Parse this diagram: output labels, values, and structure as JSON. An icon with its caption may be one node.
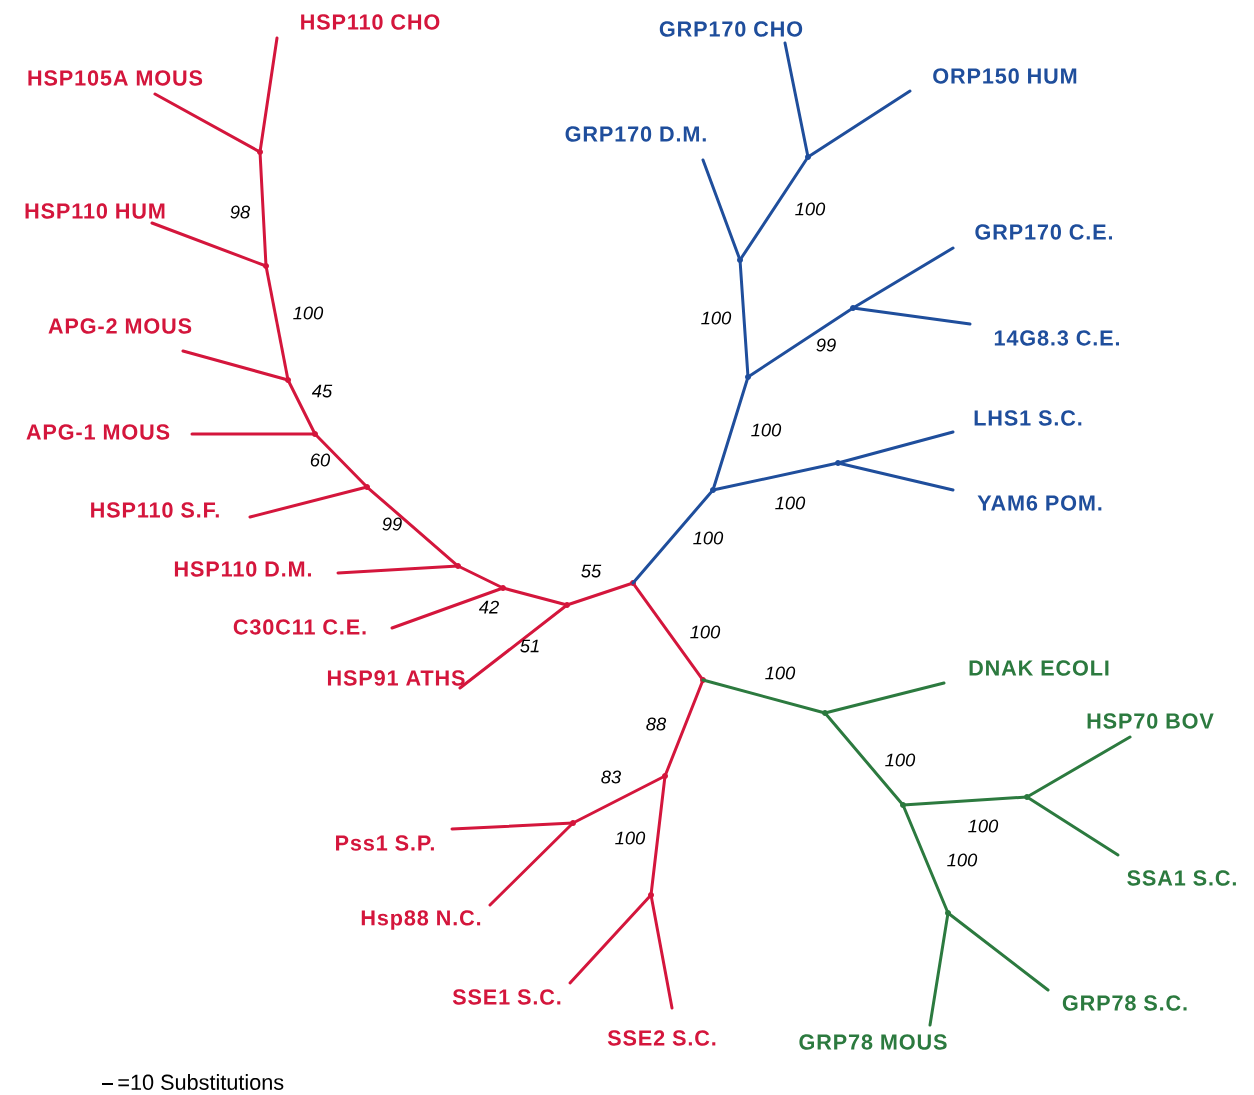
{
  "diagram": {
    "nodes": [
      {
        "text": [
          "HSP110 CHO"
        ]
      },
      {
        "text": [
          "HSP105A MOUS"
        ]
      },
      {
        "text": [
          "HSP110 HUM"
        ]
      },
      {
        "text": [
          "APG-2 MOUS"
        ]
      },
      {
        "text": [
          "APG-1 MOUS"
        ]
      },
      {
        "text": [
          "HSP110 S.F."
        ]
      },
      {
        "text": [
          "HSP110 D.M."
        ]
      },
      {
        "text": [
          "C30C11 C.E."
        ]
      },
      {
        "text": [
          "HSP91 ATHS"
        ]
      },
      {
        "text": [
          "Pss1 S.P."
        ]
      },
      {
        "text": [
          "Hsp88 N.C."
        ]
      },
      {
        "text": [
          "SSE1 S.C."
        ]
      },
      {
        "text": [
          "SSE2 S.C."
        ]
      },
      {
        "text": [
          "GRP78 MOUS"
        ]
      },
      {
        "text": [
          "GRP78 S.C."
        ]
      },
      {
        "text": [
          "SSA1 S.C."
        ]
      },
      {
        "text": [
          "HSP70 BOV"
        ]
      },
      {
        "text": [
          "DNAK ECOLI"
        ]
      },
      {
        "text": [
          "YAM6 POM."
        ]
      },
      {
        "text": [
          "LHS1 S.C."
        ]
      },
      {
        "text": [
          "14G8.3 C.E."
        ]
      },
      {
        "text": [
          "GRP170 C.E."
        ]
      },
      {
        "text": [
          "ORP150 HUM"
        ]
      },
      {
        "text": [
          "GRP170 D.M."
        ]
      },
      {
        "text": [
          "GRP170 CHO"
        ]
      },
      {
        "text": [],
        "shape": "point"
      },
      {
        "text": [],
        "shape": "point"
      },
      {
        "text": [],
        "shape": "point"
      },
      {
        "text": [],
        "shape": "point"
      },
      {
        "text": [],
        "shape": "point"
      },
      {
        "text": [],
        "shape": "point"
      },
      {
        "text": [],
        "shape": "point"
      },
      {
        "text": [],
        "shape": "point"
      },
      {
        "text": [],
        "shape": "point"
      },
      {
        "text": [],
        "shape": "point"
      },
      {
        "text": [],
        "shape": "point"
      },
      {
        "text": [],
        "shape": "point"
      },
      {
        "text": [],
        "shape": "point"
      },
      {
        "text": [],
        "shape": "point"
      },
      {
        "text": [],
        "shape": "point"
      },
      {
        "text": [],
        "shape": "point"
      },
      {
        "text": [],
        "shape": "point"
      },
      {
        "text": [],
        "shape": "point"
      },
      {
        "text": [],
        "shape": "point"
      },
      {
        "text": [],
        "shape": "point"
      },
      {
        "text": [],
        "shape": "point"
      },
      {
        "text": [],
        "shape": "point"
      },
      {
        "text": [],
        "shape": "point"
      }
    ],
    "edges": [
      {
        "from": 25,
        "to": 26,
        "arrow": "none",
        "label": "55"
      },
      {
        "from": 26,
        "to": 8,
        "arrow": "none",
        "label": "51"
      },
      {
        "from": 26,
        "to": 27,
        "arrow": "none"
      },
      {
        "from": 27,
        "to": 7,
        "arrow": "none",
        "label": "42"
      },
      {
        "from": 27,
        "to": 28,
        "arrow": "none"
      },
      {
        "from": 28,
        "to": 6,
        "arrow": "none"
      },
      {
        "from": 28,
        "to": 29,
        "arrow": "none",
        "label": "99"
      },
      {
        "from": 29,
        "to": 5,
        "arrow": "none"
      },
      {
        "from": 29,
        "to": 30,
        "arrow": "none",
        "label": "60"
      },
      {
        "from": 30,
        "to": 4,
        "arrow": "none"
      },
      {
        "from": 30,
        "to": 31,
        "arrow": "none",
        "label": "45"
      },
      {
        "from": 31,
        "to": 3,
        "arrow": "none"
      },
      {
        "from": 31,
        "to": 32,
        "arrow": "none",
        "label": "100"
      },
      {
        "from": 32,
        "to": 2,
        "arrow": "none"
      },
      {
        "from": 32,
        "to": 33,
        "arrow": "none",
        "label": "98"
      },
      {
        "from": 33,
        "to": 1,
        "arrow": "none"
      },
      {
        "from": 33,
        "to": 0,
        "arrow": "none"
      },
      {
        "from": 25,
        "to": 34,
        "arrow": "none",
        "label": "100"
      },
      {
        "from": 34,
        "to": 35,
        "arrow": "none",
        "label": "88"
      },
      {
        "from": 35,
        "to": 36,
        "arrow": "none",
        "label": "83"
      },
      {
        "from": 36,
        "to": 9,
        "arrow": "none"
      },
      {
        "from": 36,
        "to": 10,
        "arrow": "none"
      },
      {
        "from": 35,
        "to": 37,
        "arrow": "none",
        "label": "100"
      },
      {
        "from": 37,
        "to": 11,
        "arrow": "none"
      },
      {
        "from": 37,
        "to": 12,
        "arrow": "none"
      },
      {
        "from": 34,
        "to": 38,
        "arrow": "none",
        "label": "100",
        "color": "#2c7a3f"
      },
      {
        "from": 38,
        "to": 17,
        "arrow": "none",
        "color": "#2c7a3f"
      },
      {
        "from": 38,
        "to": 39,
        "arrow": "none",
        "label": "100",
        "color": "#2c7a3f"
      },
      {
        "from": 39,
        "to": 40,
        "arrow": "none",
        "label": "100",
        "color": "#2c7a3f"
      },
      {
        "from": 40,
        "to": 16,
        "arrow": "none",
        "color": "#2c7a3f"
      },
      {
        "from": 40,
        "to": 15,
        "arrow": "none",
        "color": "#2c7a3f"
      },
      {
        "from": 39,
        "to": 41,
        "arrow": "none",
        "label": "100",
        "color": "#2c7a3f"
      },
      {
        "from": 41,
        "to": 14,
        "arrow": "none",
        "color": "#2c7a3f"
      },
      {
        "from": 41,
        "to": 13,
        "arrow": "none",
        "color": "#2c7a3f"
      },
      {
        "from": 25,
        "to": 42,
        "arrow": "none",
        "label": "100",
        "color": "#1f4e9c"
      },
      {
        "from": 42,
        "to": 43,
        "arrow": "none",
        "label": "100",
        "color": "#1f4e9c"
      },
      {
        "from": 43,
        "to": 19,
        "arrow": "none",
        "color": "#1f4e9c"
      },
      {
        "from": 43,
        "to": 18,
        "arrow": "none",
        "color": "#1f4e9c"
      },
      {
        "from": 42,
        "to": 44,
        "arrow": "none",
        "label": "100",
        "color": "#1f4e9c"
      },
      {
        "from": 44,
        "to": 45,
        "arrow": "none",
        "label": "99",
        "color": "#1f4e9c"
      },
      {
        "from": 45,
        "to": 21,
        "arrow": "none",
        "color": "#1f4e9c"
      },
      {
        "from": 45,
        "to": 20,
        "arrow": "none",
        "color": "#1f4e9c"
      },
      {
        "from": 44,
        "to": 46,
        "arrow": "none",
        "label": "100",
        "color": "#1f4e9c"
      },
      {
        "from": 46,
        "to": 47,
        "arrow": "none",
        "label": "100",
        "color": "#1f4e9c"
      },
      {
        "from": 46,
        "to": 23,
        "arrow": "none",
        "color": "#1f4e9c"
      },
      {
        "from": 47,
        "to": 24,
        "arrow": "none",
        "color": "#1f4e9c"
      },
      {
        "from": 47,
        "to": 22,
        "arrow": "none",
        "color": "#1f4e9c"
      }
    ],
    "labels": [
      "=10 Substitutions"
    ]
  }
}
